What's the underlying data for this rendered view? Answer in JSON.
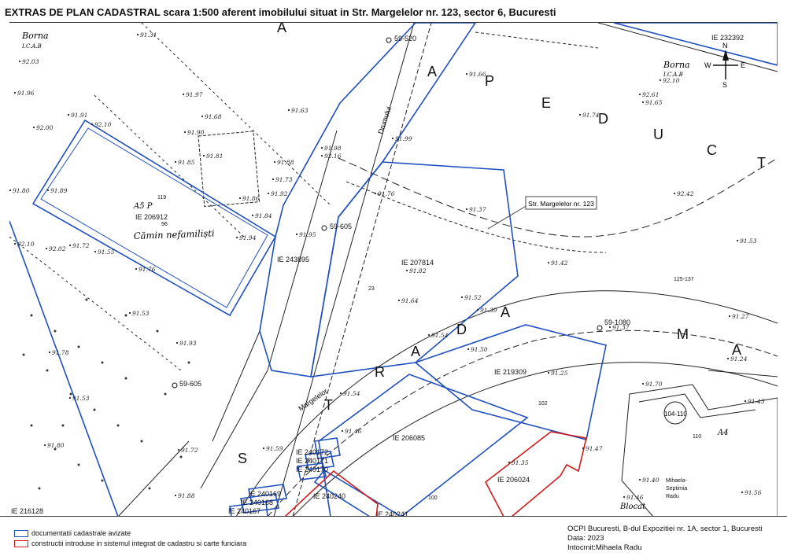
{
  "title": "EXTRAS DE PLAN CADASTRAL scara 1:500 aferent imobilului situat in Str. Margelelor nr. 123, sector 6, Bucuresti",
  "map": {
    "parcels": {
      "ie232392": "IE 232392",
      "ie206912": "IE 206912",
      "ie243895": "IE 243895",
      "ie207814": "IE 207814",
      "ie219309": "IE 219309",
      "ie206085": "IE 206085",
      "ie206024": "IE 206024",
      "ie240172": "IE 240172",
      "ie240171": "IE 240171",
      "ie240170": "IE 240170",
      "ie240169": "IE 240169",
      "ie240168": "IE 240168",
      "ie240167": "IE 240167",
      "ie240240": "IE 240240",
      "ie240241": "IE 240241",
      "ie216128": "IE 216128"
    },
    "callout": "Str. Margelelor nr. 123",
    "street_drumul": "Drumului",
    "street_margelelor": "Margelelor",
    "road_letters": {
      "s": "S",
      "t": "T",
      "r": "R",
      "a1": "A",
      "d": "D",
      "a2": "A"
    },
    "apeduct_letters": {
      "a": "A",
      "p": "P",
      "e": "E",
      "d": "D",
      "u": "U",
      "c": "C",
      "t": "T"
    },
    "m_letter": "M",
    "a_letter": "A",
    "top_a": "A",
    "building_label": "Cămin nefamiliști",
    "building_code": "A5 P",
    "borna_label": "Borna",
    "borna_sub": "I.C.A.B",
    "blocat": "Blocat",
    "building_104": "104-110",
    "a4": "A4",
    "survey_points": {
      "p59520": "59-520",
      "p59605a": "59-605",
      "p59605b": "59-605",
      "p591080": "59-1080"
    },
    "address_numbers": {
      "n119": "119",
      "n96": "96",
      "n23": "23",
      "n102": "102",
      "n110": "110",
      "n100": "100",
      "n125": "125-137"
    },
    "elevations": [
      "91.31",
      "92.03",
      "91.96",
      "91.91",
      "92.10",
      "92.00",
      "91.80",
      "91.89",
      "91.97",
      "91.68",
      "91.90",
      "91.81",
      "91.85",
      "91.88",
      "91.73",
      "91.86",
      "91.92",
      "91.84",
      "91.98",
      "92.16",
      "91.76",
      "91.95",
      "91.94",
      "92.10",
      "92.02",
      "91.72",
      "91.55",
      "91.76",
      "91.53",
      "91.93",
      "91.78",
      "91.53",
      "91.80",
      "91.72",
      "91.88",
      "91.54",
      "91.46",
      "91.59",
      "91.82",
      "91.64",
      "91.52",
      "91.39",
      "91.37",
      "91.42",
      "91.54",
      "91.50",
      "91.25",
      "91.47",
      "91.35",
      "91.40",
      "91.70",
      "91.43",
      "91.66",
      "91.74",
      "92.10",
      "92.61",
      "91.65",
      "91.53",
      "91.27",
      "91.24",
      "91.46",
      "91.56",
      "91.63",
      "92.42",
      "91.37",
      "91.99"
    ],
    "compass": {
      "n": "N",
      "e": "E",
      "s": "S",
      "w": "W"
    },
    "stamp": [
      "Mihaela-",
      "Septimia",
      "Radu"
    ]
  },
  "legend": {
    "item1": "documentatii cadastrale avizate",
    "item2": "constructii introduse in sistemul integrat de cadastru si carte funciara",
    "colors": {
      "blue": "#1f4fbf",
      "red": "#d21a1a"
    }
  },
  "info": {
    "line1": "OCPI Bucuresti, B-dul Expozitiei nr. 1A, sector 1, Bucuresti",
    "line2": "Data: 2023",
    "line3": "Intocmit:Mihaela Radu"
  }
}
